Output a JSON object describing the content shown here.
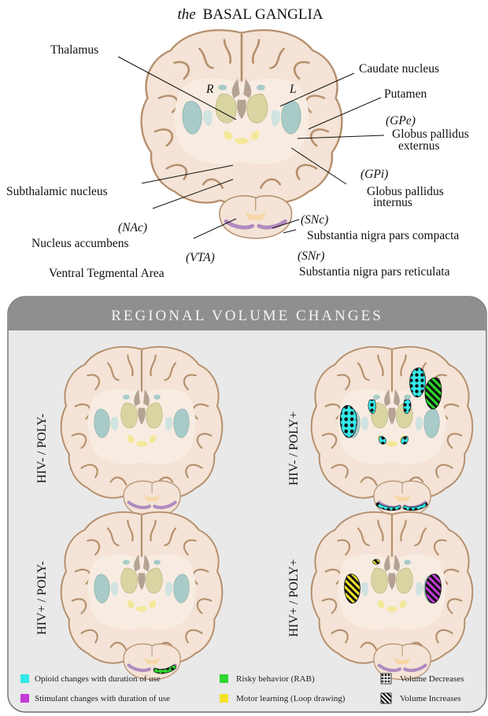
{
  "title": {
    "prefix": "the",
    "main": "BASAL GANGLIA"
  },
  "hemispheres": {
    "right": "R",
    "left": "L"
  },
  "labels": {
    "thalamus": "Thalamus",
    "caudate": "Caudate nucleus",
    "putamen": "Putamen",
    "gpe_abbr": "(GPe)",
    "gpe_line1": "Globus pallidus",
    "gpe_line2": "externus",
    "gpi_abbr": "(GPi)",
    "gpi_line1": "Globus pallidus",
    "gpi_line2": "internus",
    "subthalamic": "Subthalamic nucleus",
    "nac_abbr": "(NAc)",
    "nac": "Nucleus accumbens",
    "vta_abbr": "(VTA)",
    "vta": "Ventral Tegmental Area",
    "snc_abbr": "(SNc)",
    "snc": "Substantia nigra pars compacta",
    "snr_abbr": "(SNr)",
    "snr": "Substantia nigra pars reticulata"
  },
  "panel": {
    "title": "REGIONAL VOLUME CHANGES",
    "groups": [
      "HIV- / POLY-",
      "HIV- / POLY+",
      "HIV+ / POLY-",
      "HIV+ / POLY+"
    ]
  },
  "legend": {
    "opioid": "Opioid changes with duration of use",
    "stimulant": "Stimulant changes with duration of use",
    "risky": "Risky behavior (RAB)",
    "motor": "Motor learning (Loop drawing)",
    "decrease": "Volume Decreases",
    "increase": "Volume Increases"
  },
  "colors": {
    "opioid": "#33e8e8",
    "stimulant": "#c23bd6",
    "risky": "#2fd62f",
    "motor": "#f2e22a",
    "brain": "#f4e3d6",
    "brain_outline": "#b58f6d",
    "caudate": "#a8cbc8",
    "thalamus": "#d9d5a2",
    "nigra": "#b18ac0",
    "panel_header": "#8f8f8f",
    "panel_bg": "#e9e9e9"
  }
}
